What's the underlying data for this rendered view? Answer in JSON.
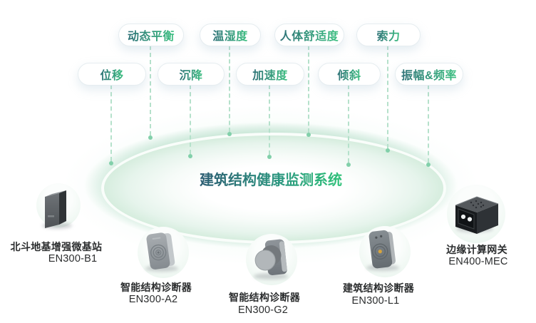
{
  "title": "建筑结构健康监测系统",
  "tags": [
    {
      "label": "位移"
    },
    {
      "label": "动态平衡"
    },
    {
      "label": "沉降"
    },
    {
      "label": "温湿度"
    },
    {
      "label": "加速度"
    },
    {
      "label": "人体舒适度"
    },
    {
      "label": "倾斜"
    },
    {
      "label": "索力"
    },
    {
      "label": "振幅&频率"
    }
  ],
  "devices": [
    {
      "name": "北斗地基增强微基站",
      "model": "EN300-B1"
    },
    {
      "name": "智能结构诊断器",
      "model": "EN300-A2"
    },
    {
      "name": "智能结构诊断器",
      "model": "EN300-G2"
    },
    {
      "name": "建筑结构诊断器",
      "model": "EN300-L1"
    },
    {
      "name": "边缘计算网关",
      "model": "EN400-MEC"
    }
  ],
  "colors": {
    "tag_text_gradient_start": "#2e7177",
    "tag_text_gradient_end": "#3cc081",
    "title_gradient_start": "#2b5c72",
    "title_gradient_end": "#2fc279",
    "dashed_line": "#b5e1cb",
    "connector_dot": "#82d0aa",
    "dish_ring": "#c9e7d7",
    "sensor_led_amber": "#d7a43c"
  }
}
